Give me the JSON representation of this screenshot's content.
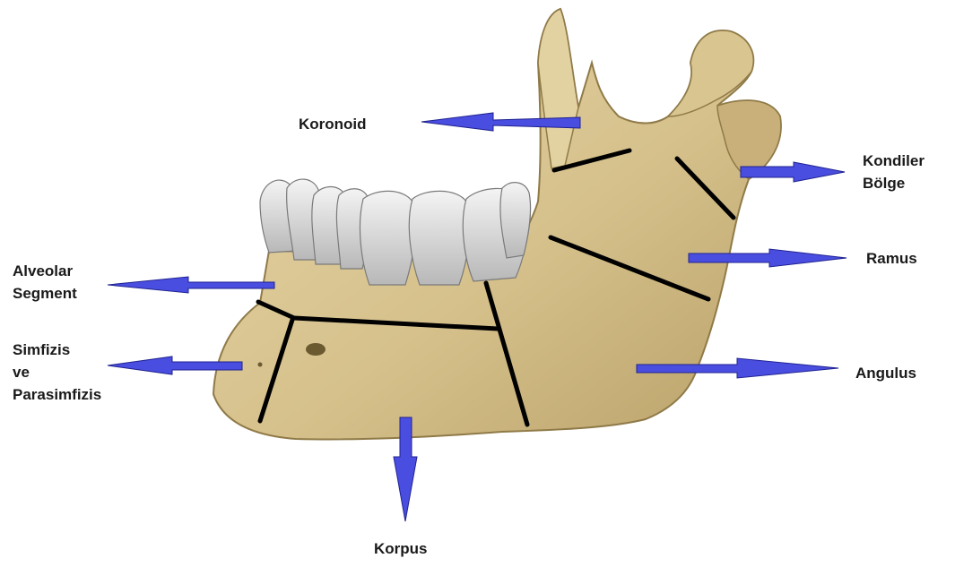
{
  "labels": {
    "koronoid": "Koronoid",
    "kondiler": [
      "Kondiler",
      "Bölge"
    ],
    "ramus": "Ramus",
    "alveolar": [
      "Alveolar",
      "Segment"
    ],
    "simfizis": [
      "Simfizis",
      "ve",
      "Parasimfizis"
    ],
    "angulus": "Angulus",
    "korpus": "Korpus"
  },
  "colors": {
    "arrow": "#4a4ee0",
    "bone": "#d9c695",
    "bone_shadow": "#a8915c",
    "teeth": "#dcdcdc",
    "division_line": "#000000",
    "text": "#1a1a1a"
  }
}
